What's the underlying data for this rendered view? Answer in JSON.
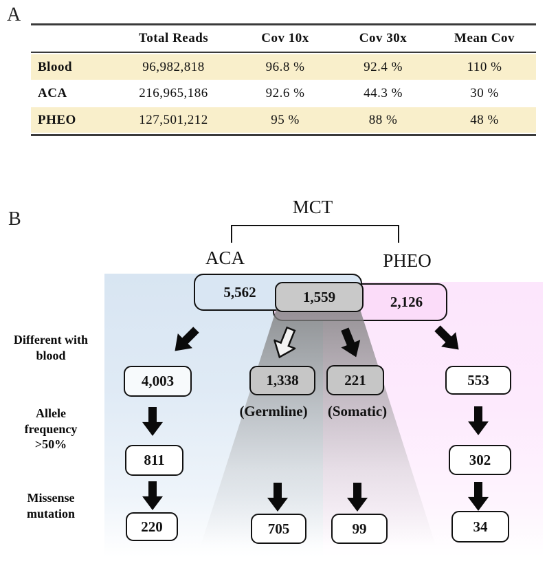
{
  "panel_a": {
    "label": "A",
    "table": {
      "headers": {
        "name": "",
        "total_reads": "Total Reads",
        "cov_10x": "Cov 10x",
        "cov_30x": "Cov 30x",
        "mean_cov": "Mean Cov"
      },
      "rows": [
        {
          "name": "Blood",
          "total_reads": "96,982,818",
          "cov_10x": "96.8 %",
          "cov_30x": "92.4 %",
          "mean_cov": "110 %",
          "highlighted": true
        },
        {
          "name": "ACA",
          "total_reads": "216,965,186",
          "cov_10x": "92.6 %",
          "cov_30x": "44.3 %",
          "mean_cov": "30 %",
          "highlighted": false
        },
        {
          "name": "PHEO",
          "total_reads": "127,501,212",
          "cov_10x": "95 %",
          "cov_30x": "88 %",
          "mean_cov": "48 %",
          "highlighted": true
        }
      ],
      "highlight_color": "#f9efcb"
    }
  },
  "panel_b": {
    "label": "B",
    "title": "MCT",
    "branches": {
      "left": "ACA",
      "right": "PHEO"
    },
    "venn": {
      "aca_only": "5,562",
      "shared": "1,559",
      "pheo_only": "2,126"
    },
    "row_labels": {
      "different_with_blood": {
        "line1": "Different with",
        "line2": "blood"
      },
      "allele_frequency": {
        "line1": "Allele",
        "line2": "frequency",
        "line3": ">50%"
      },
      "missense_mutation": {
        "line1": "Missense",
        "line2": "mutation"
      }
    },
    "columns": {
      "aca": {
        "different": "4,003",
        "allele": "811",
        "missense": "220"
      },
      "germline": {
        "label": "(Germline)",
        "different": "1,338",
        "missense": "705"
      },
      "somatic": {
        "label": "(Somatic)",
        "different": "221",
        "missense": "99"
      },
      "pheo": {
        "different": "553",
        "allele": "302",
        "missense": "34"
      }
    },
    "colors": {
      "aca_box_fill": "#d9e6f3",
      "pheo_box_fill": "#fbdcf9",
      "shared_box_fill": "#c9c9c9",
      "bg_blue": "#d8e5f2",
      "bg_pink": "#fce6fc",
      "funnel_gray": "#8c8c8c"
    }
  }
}
